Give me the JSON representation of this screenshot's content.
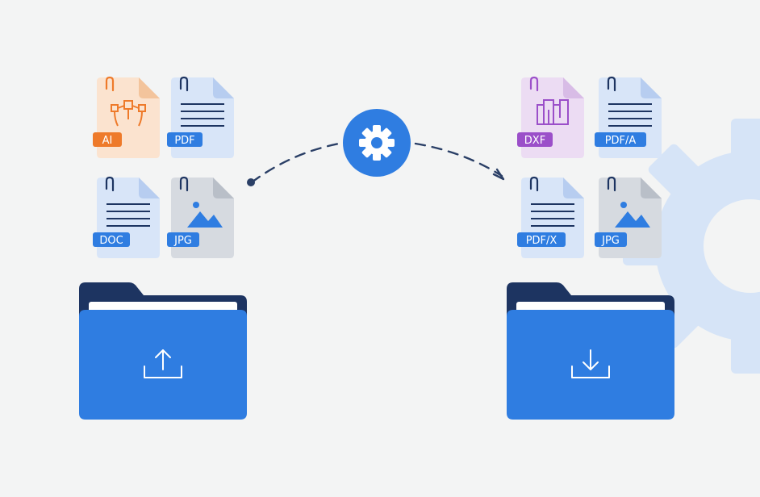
{
  "colors": {
    "background": "#f3f4f4",
    "folder_blue": "#2f7de1",
    "folder_navy": "#1d3461",
    "gear_blue": "#2f7de1",
    "bg_gear": "#d6e4f7",
    "connector": "#2a3f66",
    "ai_orange": "#ee7a2a",
    "dxf_purple": "#9b4fc9"
  },
  "input_files": [
    {
      "label": "AI",
      "icon": "vector-pen-icon"
    },
    {
      "label": "PDF",
      "icon": "text-lines-icon"
    },
    {
      "label": "DOC",
      "icon": "text-lines-icon"
    },
    {
      "label": "JPG",
      "icon": "image-icon"
    }
  ],
  "output_files": [
    {
      "label": "DXF",
      "icon": "cad-drawing-icon"
    },
    {
      "label": "PDF/A",
      "icon": "text-lines-icon"
    },
    {
      "label": "PDF/X",
      "icon": "text-lines-icon"
    },
    {
      "label": "JPG",
      "icon": "image-icon"
    }
  ],
  "center_icon": "gear-icon",
  "input_folder_icon": "upload-icon",
  "output_folder_icon": "download-icon"
}
